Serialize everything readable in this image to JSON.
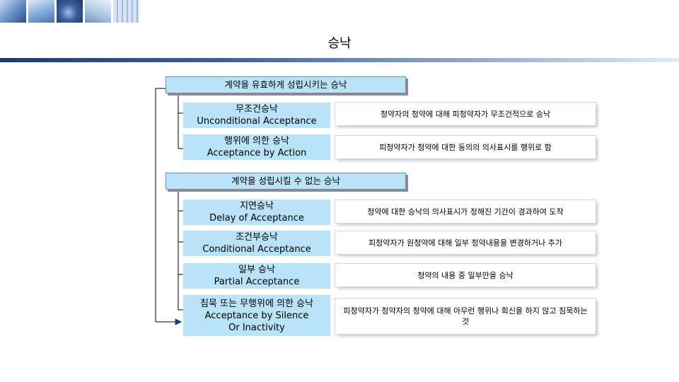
{
  "title": "승낙",
  "thumbnails": [
    {
      "name": "car-thumbnail",
      "color": "#6f95c9"
    },
    {
      "name": "cityscape-thumbnail",
      "color": "#7fa9d8"
    },
    {
      "name": "globe-thumbnail",
      "color": "#3a5f99"
    },
    {
      "name": "phone-thumbnail",
      "color": "#a7c4e4"
    },
    {
      "name": "keyboard-thumbnail",
      "color": "#b8cfe7"
    }
  ],
  "sections": [
    {
      "header": "계약을 유효하게 성립시키는 승낙",
      "items": [
        {
          "kr": "무조건승낙",
          "en": "Unconditional Acceptance",
          "desc": "청약자의 청약에 대해 피청약자가 무조건적으로 승낙"
        },
        {
          "kr": "행위에 의한 승낙",
          "en": "Acceptance by Action",
          "desc": "피청약자가 청약에 대한 동의의 의사표시를 행위로 함"
        }
      ]
    },
    {
      "header": "계약을 성립시킬 수 없는 승낙",
      "items": [
        {
          "kr": "지연승낙",
          "en": "Delay of Acceptance",
          "desc": "청약에 대한 승낙의 의사표시가 정해진 기간이 경과하여 도착"
        },
        {
          "kr": "조건부승낙",
          "en": "Conditional Acceptance",
          "desc": "피청약자가 원청약에 대해 일부 청약내용을 변경하거나 추가"
        },
        {
          "kr": "일부 승낙",
          "en": "Partial Acceptance",
          "desc": "청약의 내용 중 일부만을 승낙"
        },
        {
          "kr": "침묵 또는 무행위에 의한 승낙",
          "en": "Acceptance by Silence",
          "en2": "Or Inactivity",
          "desc": "피청약자가 청약자의 청약에 대해 아무런 행위나 회신을 하지 않고 침묵하는 것"
        }
      ]
    }
  ],
  "colors": {
    "box_fill": "#b9e3f8",
    "rule_dark": "#1c3b72",
    "line": "#000000",
    "arrow": "#1f3c7a"
  }
}
